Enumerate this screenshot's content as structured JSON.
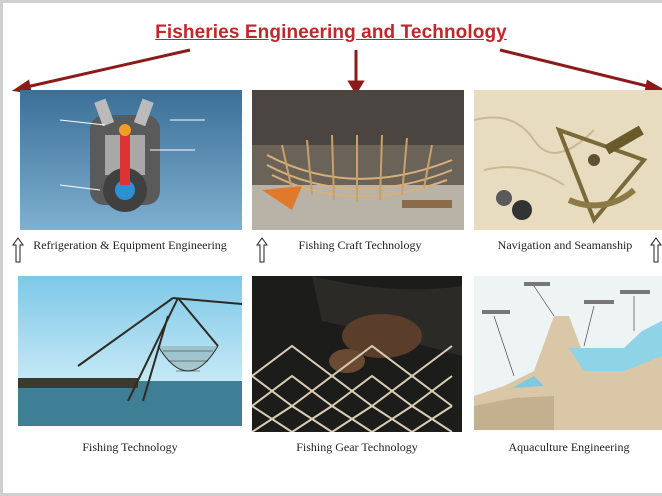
{
  "title": "Fisheries Engineering and Technology",
  "row1": [
    {
      "label": "Refrigeration & Equipment Engineering"
    },
    {
      "label": "Fishing Craft Technology"
    },
    {
      "label": "Navigation and Seamanship"
    }
  ],
  "row2": [
    {
      "label": "Fishing Technology"
    },
    {
      "label": "Fishing Gear Technology"
    },
    {
      "label": "Aquaculture Engineering"
    }
  ],
  "colors": {
    "title": "#c0272d",
    "arrow": "#8b1a1a"
  }
}
